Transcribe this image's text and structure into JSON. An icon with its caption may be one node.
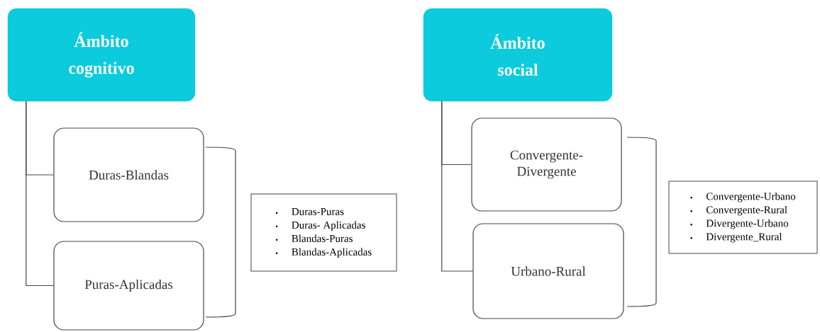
{
  "diagram": {
    "nodes": [
      {
        "text": [
          "Ámbito cognitivo"
        ]
      },
      {
        "text": [
          "Duras-Blandas"
        ]
      },
      {
        "text": [
          "Puras-Aplicadas"
        ]
      },
      {
        "text": [
          "Duras-Puras",
          "Duras- Aplicadas",
          "Blandas-Puras",
          "Blandas-Aplicadas"
        ]
      },
      {
        "text": [
          "Ámbito social"
        ]
      },
      {
        "text": [
          "Convergente- Divergente"
        ]
      },
      {
        "text": [
          "Urbano-Rural"
        ]
      },
      {
        "text": [
          "Convergente-Urbano",
          "Convergente-Rural",
          "Divergente-Urbano",
          "Divergente_Rural"
        ]
      }
    ],
    "edges": [
      {
        "from": 0,
        "to": 1,
        "arrow": "none"
      },
      {
        "from": 0,
        "to": 2,
        "arrow": "none"
      },
      {
        "from": 4,
        "to": 5,
        "arrow": "none"
      },
      {
        "from": 4,
        "to": 6,
        "arrow": "none"
      }
    ]
  }
}
